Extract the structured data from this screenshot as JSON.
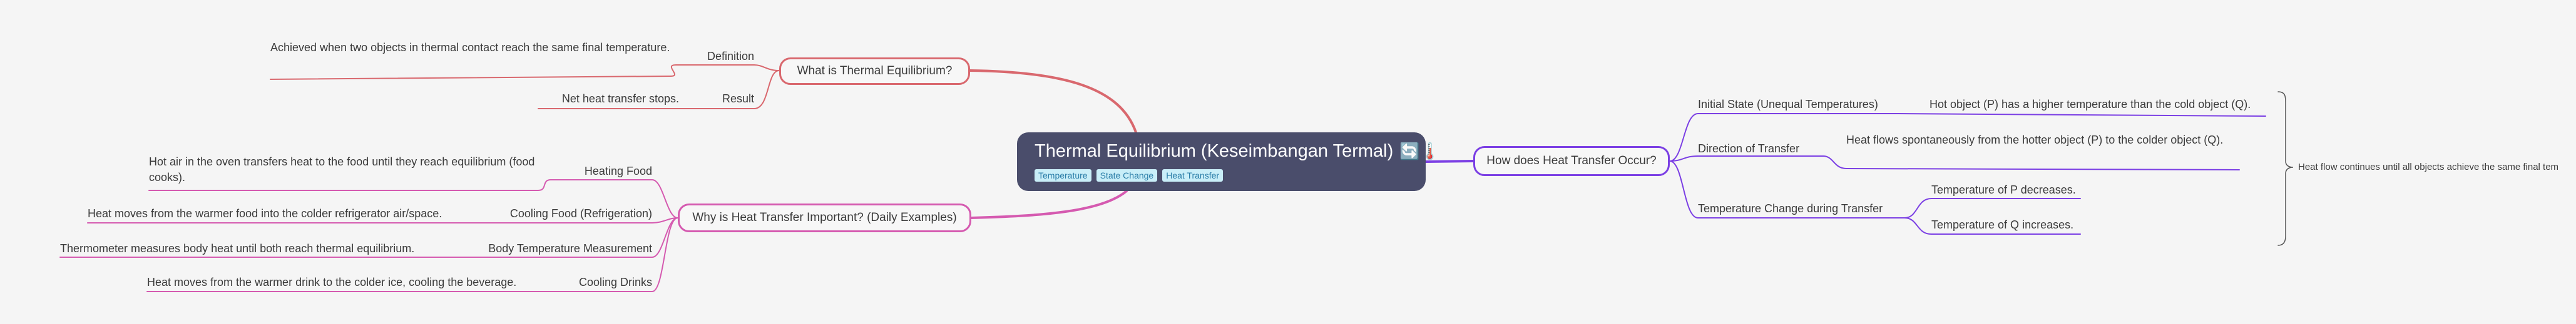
{
  "colors": {
    "background": "#f5f5f5",
    "root_fill": "#4a4d6b",
    "branch_thermal": "#d9686e",
    "branch_examples": "#d55ab0",
    "branch_transfer": "#7b3fe4",
    "tag_fill": "#c9eef8",
    "tag_text": "#2a7da8"
  },
  "root": {
    "title": "Thermal Equilibrium (Keseimbangan Termal)",
    "emojis": "🔄🌡️",
    "tags": [
      "Temperature",
      "State Change",
      "Heat Transfer"
    ]
  },
  "branches": {
    "thermal": {
      "label": "What is Thermal Equilibrium?",
      "children": [
        {
          "label": "Definition",
          "detail": "Achieved when two objects in thermal contact reach the same final temperature."
        },
        {
          "label": "Result",
          "detail": "Net heat transfer stops."
        }
      ]
    },
    "examples": {
      "label": "Why is Heat Transfer Important? (Daily Examples)",
      "children": [
        {
          "label": "Heating Food",
          "detail": "Hot air in the oven transfers heat to the food until they reach equilibrium (food cooks)."
        },
        {
          "label": "Cooling Food (Refrigeration)",
          "detail": "Heat moves from the warmer food into the colder refrigerator air/space."
        },
        {
          "label": "Body Temperature Measurement",
          "detail": "Thermometer measures body heat until both reach thermal equilibrium."
        },
        {
          "label": "Cooling Drinks",
          "detail": "Heat moves from the warmer drink to the colder ice, cooling the beverage."
        }
      ]
    },
    "transfer": {
      "label": "How does Heat Transfer Occur?",
      "children": [
        {
          "label": "Initial State (Unequal Temperatures)",
          "detail": "Hot object (P) has a higher temperature than the cold object (Q)."
        },
        {
          "label": "Direction of Transfer",
          "detail": "Heat flows spontaneously from the hotter object (P) to the colder object (Q)."
        },
        {
          "label": "Temperature Change during Transfer",
          "details": [
            "Temperature of P decreases.",
            "Temperature of Q increases."
          ]
        }
      ],
      "summary": "Heat flow continues until all objects achieve the same final tem"
    }
  }
}
